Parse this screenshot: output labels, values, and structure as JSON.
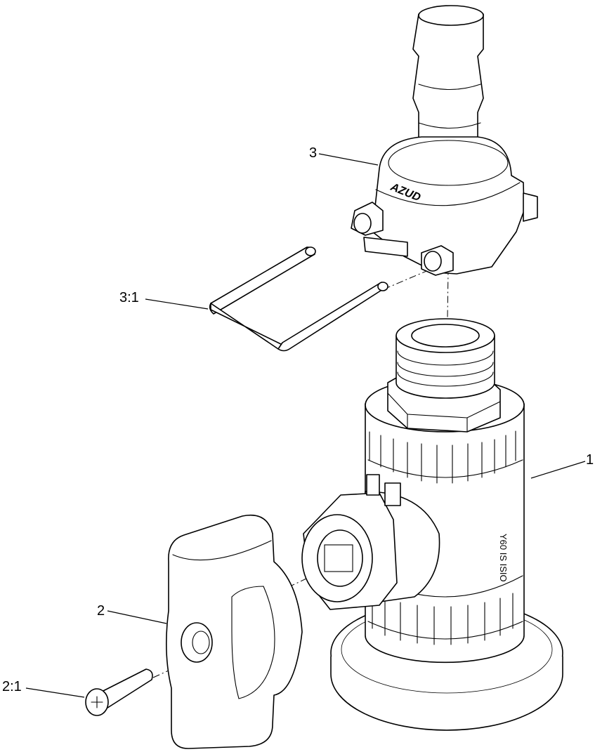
{
  "callouts": {
    "c1": "1",
    "c2": "2",
    "c2_1": "2:1",
    "c3": "3",
    "c3_1": "3:1"
  },
  "parts": {
    "fitting_marking": "AZUD",
    "body_marking": "Y60 IS ISIO"
  }
}
